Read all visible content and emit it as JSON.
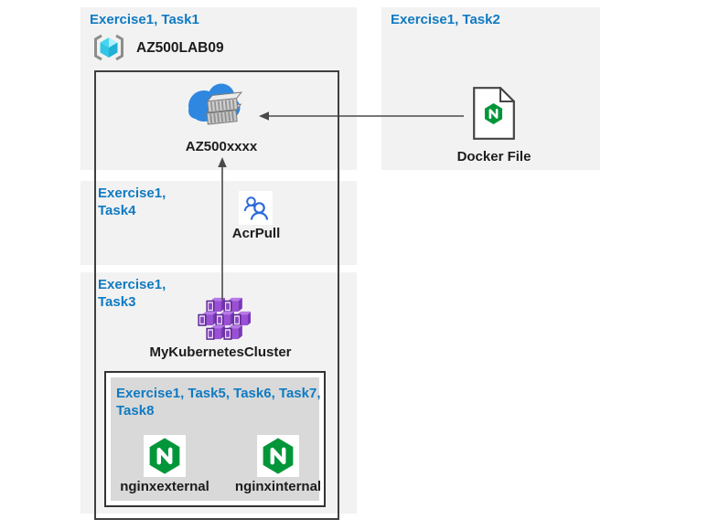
{
  "diagram": {
    "task1": {
      "title": "Exercise1, Task1",
      "resource_group_label": "AZ500LAB09",
      "registry_label": "AZ500xxxx"
    },
    "task2": {
      "title": "Exercise1, Task2",
      "docker_file_label": "Docker File"
    },
    "task4": {
      "title_line1": "Exercise1,",
      "title_line2": "Task4",
      "role_label": "AcrPull"
    },
    "task3": {
      "title_line1": "Exercise1,",
      "title_line2": "Task3",
      "cluster_label": "MyKubernetesCluster"
    },
    "pods": {
      "title_line1": "Exercise1, Task5, Task6, Task7,",
      "title_line2": "Task8",
      "pod_external_label": "nginxexternal",
      "pod_internal_label": "nginxinternal"
    },
    "icons": {
      "resource_group": "resource-group-cube-icon",
      "container_registry": "container-registry-cloud-icon",
      "docker_file": "nginx-dockerfile-icon",
      "acr_pull": "role-people-icon",
      "kubernetes_cluster": "kubernetes-crates-icon",
      "nginx": "nginx-hexagon-icon"
    },
    "colors": {
      "panel_bg": "#f2f2f2",
      "pods_bg": "#d9d9d9",
      "title_blue": "#0f7ac2",
      "label_black": "#1c1c1c",
      "border_dark": "#3f3f3f",
      "nginx_green": "#019639",
      "registry_cloud_blue": "#2f87e0",
      "kubernetes_purple": "#9a50d4",
      "role_icon_blue": "#2b6ad8",
      "resource_group_cyan": "#45d5f0"
    }
  }
}
